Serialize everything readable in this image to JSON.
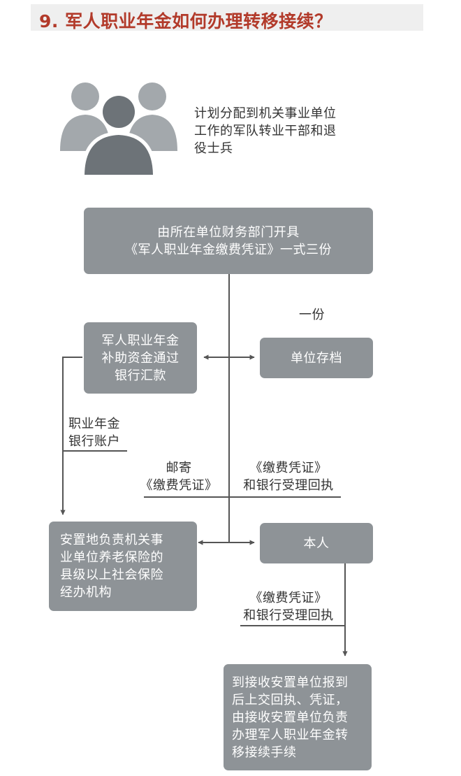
{
  "title": "9. 军人职业年金如何办理转移接续？",
  "people": {
    "icon": "people-group-icon",
    "text": [
      "计划分配到机关事业单位",
      "工作的军队转业干部和退",
      "役士兵"
    ]
  },
  "boxes": {
    "issue": [
      "由所在单位财务部门开具",
      "《军人职业年金缴费凭证》一式三份"
    ],
    "remit": [
      "军人职业年金",
      "补助资金通过",
      "银行汇款"
    ],
    "archive": [
      "单位存档"
    ],
    "agency": [
      "安置地负责机关事",
      "业单位养老保险的",
      "县级以上社会保险",
      "经办机构"
    ],
    "self": [
      "本人"
    ],
    "report": [
      "到接收安置单位报到",
      "后上交回执、凭证，",
      "由接收安置单位负责",
      "办理军人职业年金转",
      "移接续手续"
    ]
  },
  "labels": {
    "one_copy": "一份",
    "account": [
      "职业年金",
      "银行账户"
    ],
    "mail": [
      "邮寄",
      "《缴费凭证》"
    ],
    "receipt_mid": [
      "《缴费凭证》",
      "和银行受理回执"
    ],
    "receipt_bottom": [
      "《缴费凭证》",
      "和银行受理回执"
    ]
  },
  "colors": {
    "title": "#b23a2a",
    "title_bg": "#efefef",
    "box": "#8e9397",
    "line": "#555555",
    "icon_front": "#6d7378",
    "icon_back": "#a3a8ac"
  }
}
